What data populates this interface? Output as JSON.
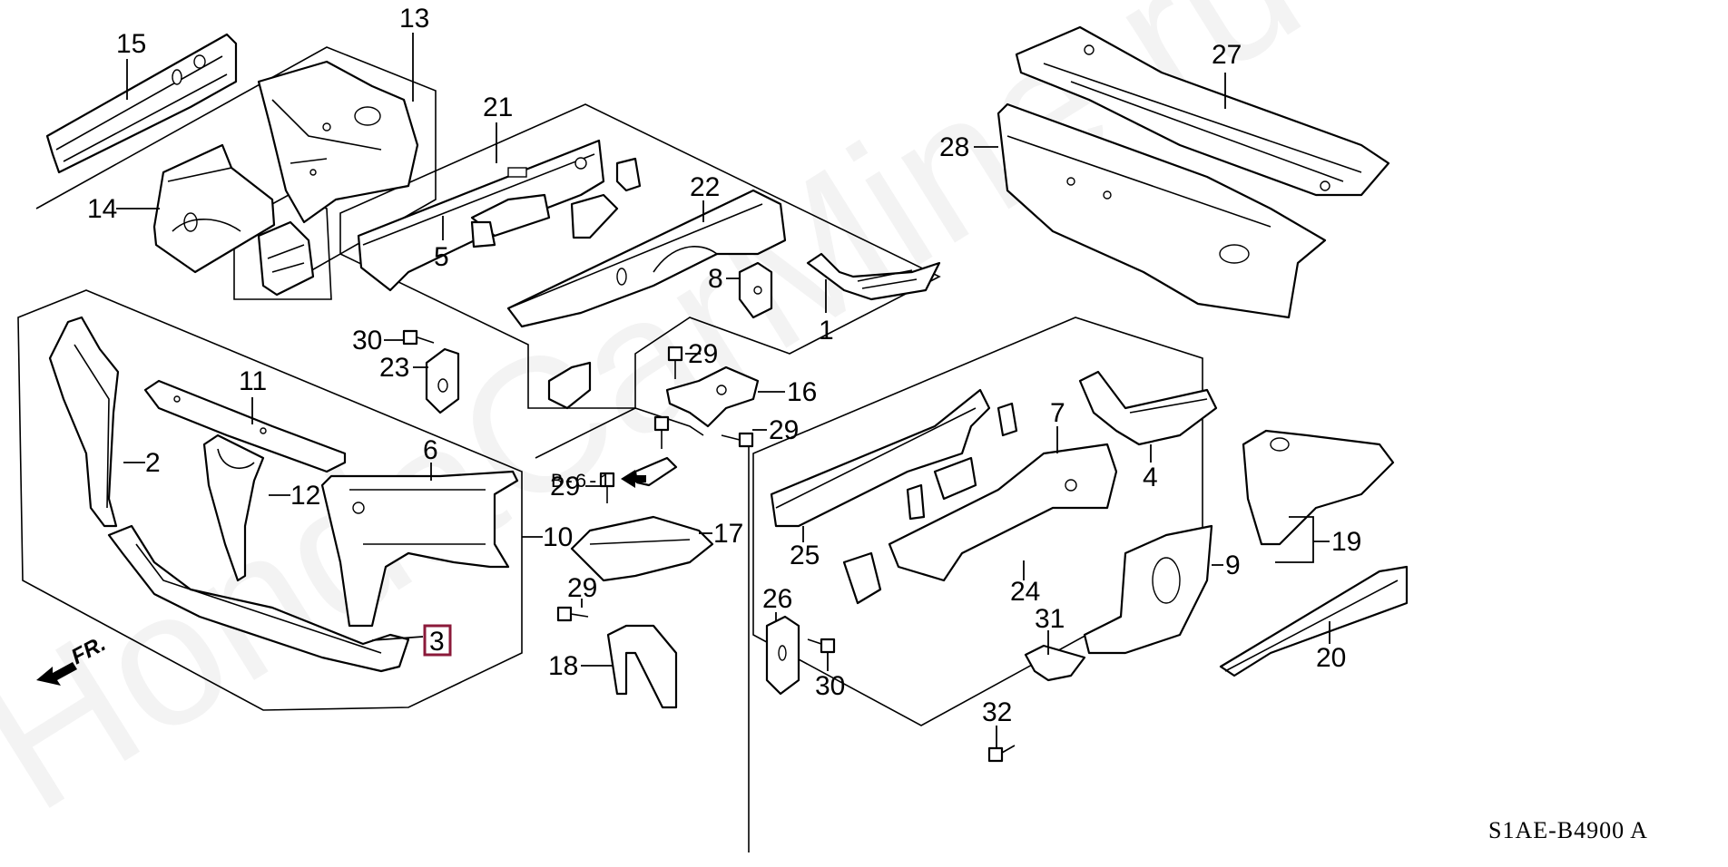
{
  "diagram": {
    "type": "exploded-parts-diagram",
    "subject": "Front body structure parts (Honda)",
    "drawing_code": "S1AE-B4900 A",
    "direction_marker": "FR.",
    "cross_reference": "B-6-1",
    "watermark": "HondaCarMine.ru",
    "highlighted_callout": "3",
    "highlight_color": "#8b1a3a"
  },
  "callouts": [
    {
      "id": "c1",
      "label": "1"
    },
    {
      "id": "c2",
      "label": "2"
    },
    {
      "id": "c3",
      "label": "3"
    },
    {
      "id": "c4",
      "label": "4"
    },
    {
      "id": "c5",
      "label": "5"
    },
    {
      "id": "c6",
      "label": "6"
    },
    {
      "id": "c7",
      "label": "7"
    },
    {
      "id": "c8",
      "label": "8"
    },
    {
      "id": "c9",
      "label": "9"
    },
    {
      "id": "c10",
      "label": "10"
    },
    {
      "id": "c11",
      "label": "11"
    },
    {
      "id": "c12",
      "label": "12"
    },
    {
      "id": "c13",
      "label": "13"
    },
    {
      "id": "c14",
      "label": "14"
    },
    {
      "id": "c15",
      "label": "15"
    },
    {
      "id": "c16",
      "label": "16"
    },
    {
      "id": "c17",
      "label": "17"
    },
    {
      "id": "c18",
      "label": "18"
    },
    {
      "id": "c19",
      "label": "19"
    },
    {
      "id": "c20",
      "label": "20"
    },
    {
      "id": "c21",
      "label": "21"
    },
    {
      "id": "c22",
      "label": "22"
    },
    {
      "id": "c23",
      "label": "23"
    },
    {
      "id": "c24",
      "label": "24"
    },
    {
      "id": "c25",
      "label": "25"
    },
    {
      "id": "c26",
      "label": "26"
    },
    {
      "id": "c27",
      "label": "27"
    },
    {
      "id": "c28",
      "label": "28"
    },
    {
      "id": "c29a",
      "label": "29"
    },
    {
      "id": "c29b",
      "label": "29"
    },
    {
      "id": "c29c",
      "label": "29"
    },
    {
      "id": "c29d",
      "label": "29"
    },
    {
      "id": "c30a",
      "label": "30"
    },
    {
      "id": "c30b",
      "label": "30"
    },
    {
      "id": "c31",
      "label": "31"
    },
    {
      "id": "c32",
      "label": "32"
    }
  ]
}
